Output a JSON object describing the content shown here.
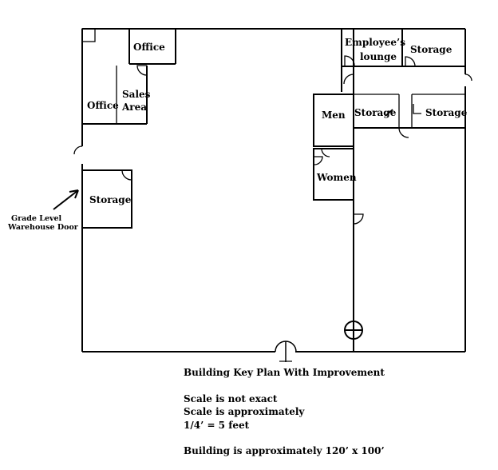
{
  "rooms": {
    "office_top": "Office",
    "office_left": "Office",
    "sales_line1": "Sales",
    "sales_line2": "Area",
    "employees_line1": "Employee’s",
    "employees_line2": "lounge",
    "storage_top_right": "Storage",
    "storage_mid_1": "Storage",
    "storage_mid_2": "Storage",
    "men": "Men",
    "women": "Women",
    "storage_left": "Storage"
  },
  "door_label": {
    "line1": "Grade Level",
    "line2": "Warehouse Door"
  },
  "notes": {
    "title": "Building Key Plan With Improvement",
    "scale1": "Scale is not  exact",
    "scale2": "Scale is approximately",
    "scale3": "1/4’ =  5 feet",
    "size": "Building is approximately 120’ x 100’"
  }
}
